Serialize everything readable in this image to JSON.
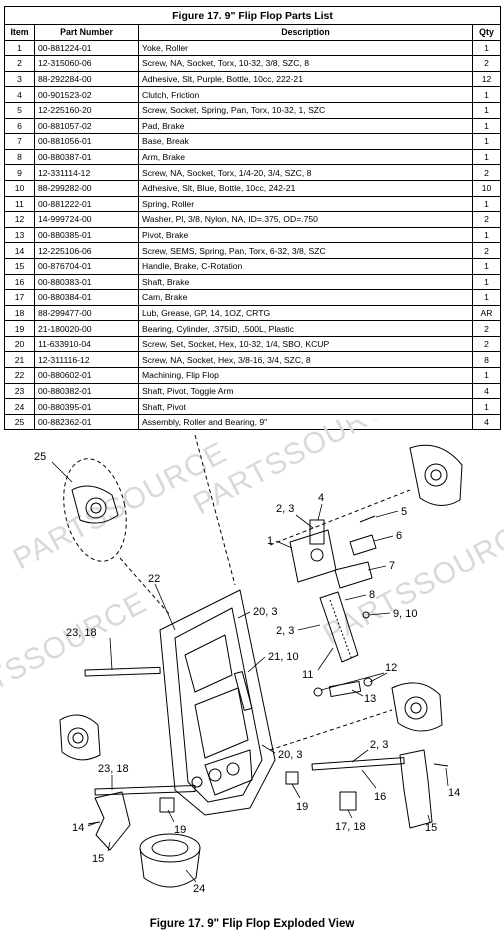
{
  "table": {
    "title": "Figure 17.  9\"  Flip Flop Parts List",
    "headers": {
      "item": "Item",
      "part_number": "Part Number",
      "description": "Description",
      "qty": "Qty"
    },
    "rows": [
      {
        "item": "1",
        "part": "00-881224-01",
        "desc": "Yoke, Roller",
        "qty": "1"
      },
      {
        "item": "2",
        "part": "12-315060-06",
        "desc": "Screw, NA, Socket, Torx, 10-32, 3/8, SZC, 8",
        "qty": "2"
      },
      {
        "item": "3",
        "part": "88-292284-00",
        "desc": "Adhesive, Slt, Purple, Bottle, 10cc, 222-21",
        "qty": "12"
      },
      {
        "item": "4",
        "part": "00-901523-02",
        "desc": "Clutch, Friction",
        "qty": "1"
      },
      {
        "item": "5",
        "part": "12-225160-20",
        "desc": "Screw, Socket, Spring, Pan, Torx,  10-32, 1, SZC",
        "qty": "1"
      },
      {
        "item": "6",
        "part": "00-881057-02",
        "desc": "Pad, Brake",
        "qty": "1"
      },
      {
        "item": "7",
        "part": "00-881056-01",
        "desc": "Base, Break",
        "qty": "1"
      },
      {
        "item": "8",
        "part": "00-880387-01",
        "desc": "Arm, Brake",
        "qty": "1"
      },
      {
        "item": "9",
        "part": "12-331114-12",
        "desc": "Screw, NA, Socket, Torx, 1/4-20, 3/4, SZC, 8",
        "qty": "2"
      },
      {
        "item": "10",
        "part": "88-299282-00",
        "desc": "Adhesive, Slt, Blue, Bottle, 10cc, 242-21",
        "qty": "10"
      },
      {
        "item": "11",
        "part": "00-881222-01",
        "desc": "Spring, Roller",
        "qty": "1"
      },
      {
        "item": "12",
        "part": "14-999724-00",
        "desc": "Washer, Pl, 3/8, Nylon, NA, ID=.375, OD=.750",
        "qty": "2"
      },
      {
        "item": "13",
        "part": "00-880385-01",
        "desc": "Pivot, Brake",
        "qty": "1"
      },
      {
        "item": "14",
        "part": "12-225106-06",
        "desc": "Screw, SEMS, Spring, Pan, Torx, 6-32, 3/8, SZC",
        "qty": "2"
      },
      {
        "item": "15",
        "part": "00-876704-01",
        "desc": "Handle, Brake, C-Rotation",
        "qty": "1"
      },
      {
        "item": "16",
        "part": "00-880383-01",
        "desc": "Shaft, Brake",
        "qty": "1"
      },
      {
        "item": "17",
        "part": "00-880384-01",
        "desc": "Cam, Brake",
        "qty": "1"
      },
      {
        "item": "18",
        "part": "88-299477-00",
        "desc": "Lub, Grease, GP, 14, 1OZ, CRTG",
        "qty": "AR"
      },
      {
        "item": "19",
        "part": "21-180020-00",
        "desc": "Bearing, Cylinder, .375ID, .500L, Plastic",
        "qty": "2"
      },
      {
        "item": "20",
        "part": "11-633910-04",
        "desc": "Screw, Set, Socket, Hex, 10-32, 1/4, SBO, KCUP",
        "qty": "2"
      },
      {
        "item": "21",
        "part": "12-311116-12",
        "desc": "Screw, NA, Socket, Hex, 3/8-16, 3/4, SZC, 8",
        "qty": "8"
      },
      {
        "item": "22",
        "part": "00-880602-01",
        "desc": "Machining, Flip Flop",
        "qty": "1"
      },
      {
        "item": "23",
        "part": "00-880382-01",
        "desc": "Shaft, Pivot, Toggle Arm",
        "qty": "4"
      },
      {
        "item": "24",
        "part": "00-880395-01",
        "desc": "Shaft, Pivot",
        "qty": "1"
      },
      {
        "item": "25",
        "part": "00-882362-01",
        "desc": "Assembly, Roller and Bearing, 9\"",
        "qty": "4"
      }
    ]
  },
  "drawing": {
    "watermark": "PARTSSOURCE",
    "callouts": [
      "25",
      "2, 3",
      "4",
      "5",
      "1",
      "6",
      "7",
      "22",
      "8",
      "20, 3",
      "9, 10",
      "2, 3",
      "23, 18",
      "21, 10",
      "11",
      "12",
      "13",
      "2, 3",
      "20, 3",
      "23, 18",
      "14",
      "19",
      "16",
      "15",
      "17, 18",
      "14",
      "19",
      "15",
      "24"
    ]
  },
  "caption": "Figure 17.  9\" Flip Flop Exploded View"
}
